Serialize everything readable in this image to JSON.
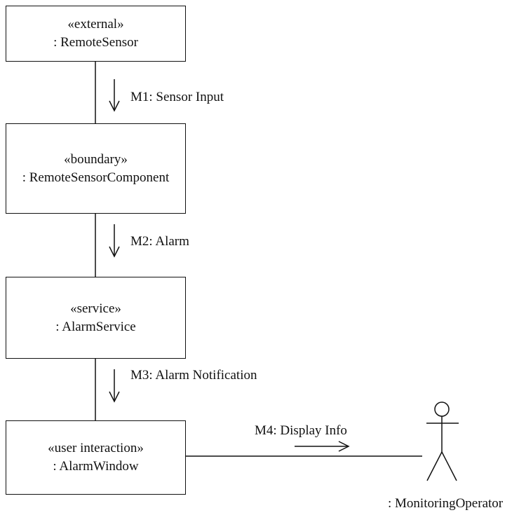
{
  "objects": [
    {
      "id": "remote-sensor",
      "stereotype": "«external»",
      "name": ": RemoteSensor"
    },
    {
      "id": "remote-sensor-component",
      "stereotype": "«boundary»",
      "name": ": RemoteSensorComponent"
    },
    {
      "id": "alarm-service",
      "stereotype": "«service»",
      "name": ": AlarmService"
    },
    {
      "id": "alarm-window",
      "stereotype": "«user interaction»",
      "name": ": AlarmWindow"
    }
  ],
  "messages": [
    {
      "id": "m1",
      "label": "M1: Sensor Input"
    },
    {
      "id": "m2",
      "label": "M2: Alarm"
    },
    {
      "id": "m3",
      "label": "M3: Alarm Notification"
    },
    {
      "id": "m4",
      "label": "M4: Display Info"
    }
  ],
  "actor": {
    "name": ": MonitoringOperator"
  }
}
